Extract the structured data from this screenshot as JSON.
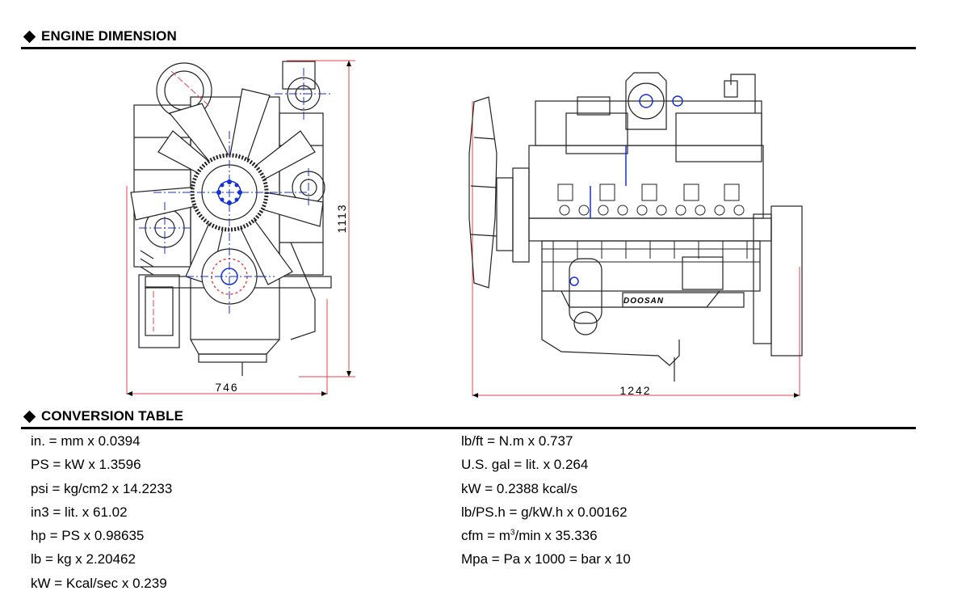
{
  "engine_section": {
    "title": "ENGINE DIMENSION"
  },
  "conversion_section": {
    "title": "CONVERSION TABLE"
  },
  "front_view": {
    "width_label": "746",
    "height_label": "1113"
  },
  "side_view": {
    "length_label": "1242",
    "brand_plate": "DOOSAN"
  },
  "conversions_left": [
    "in. = mm x 0.0394",
    "PS = kW x 1.3596",
    "psi = kg/cm2 x 14.2233",
    "in3 = lit. x 61.02",
    "hp = PS x 0.98635",
    "lb = kg x 2.20462",
    "kW = Kcal/sec x 0.239"
  ],
  "conversions_right": [
    "lb/ft = N.m x 0.737",
    "U.S. gal = lit. x 0.264",
    "kW = 0.2388 kcal/s",
    "lb/PS.h = g/kW.h x 0.00162",
    {
      "prefix": "cfm = m",
      "sup": "3",
      "suffix": "/min x 35.336"
    },
    "Mpa = Pa x 1000 = bar x 10"
  ],
  "colors": {
    "dimension_line": "#e4454f",
    "centerline": "#1530d8",
    "rule": "#000000"
  }
}
